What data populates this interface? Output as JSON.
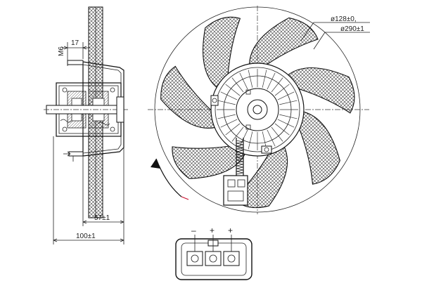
{
  "dimensions": {
    "thread": "M6",
    "stud_length": "17",
    "motor_depth": "57±1",
    "overall_depth": "100±1",
    "inner_diameter": "ø128±0,",
    "outer_diameter": "ø290±1"
  },
  "connector": {
    "pins": [
      "–",
      "+",
      "+"
    ]
  },
  "colors": {
    "line": "#111111",
    "hatch": "#333333",
    "rotation_arrow": "#c8102e"
  },
  "icons": {
    "rotation": "curved-arrow-icon"
  }
}
